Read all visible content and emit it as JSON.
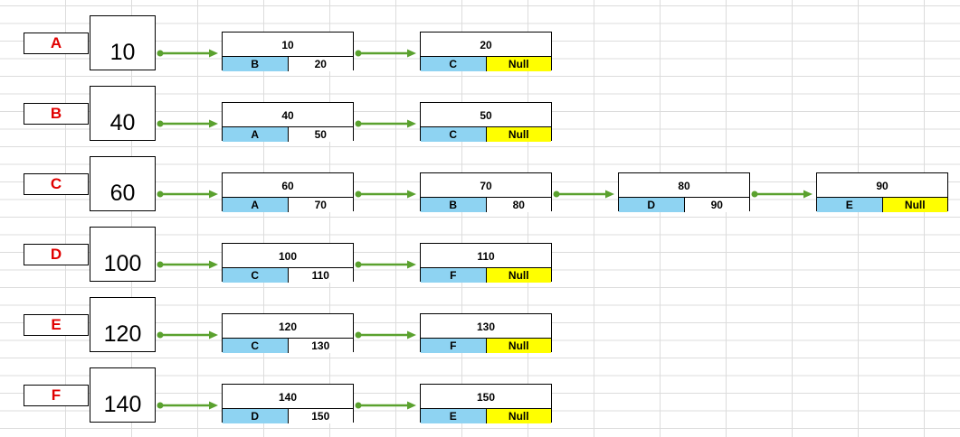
{
  "colors": {
    "label_text": "#e00000",
    "ref_cell": "#8ed3f2",
    "null_cell": "#ffff00",
    "arrow": "#5aa12e"
  },
  "rows": [
    {
      "label": "A",
      "head": "10",
      "nodes": [
        {
          "value": "10",
          "ref": "B",
          "next": "20"
        },
        {
          "value": "20",
          "ref": "C",
          "next": "Null"
        }
      ]
    },
    {
      "label": "B",
      "head": "40",
      "nodes": [
        {
          "value": "40",
          "ref": "A",
          "next": "50"
        },
        {
          "value": "50",
          "ref": "C",
          "next": "Null"
        }
      ]
    },
    {
      "label": "C",
      "head": "60",
      "nodes": [
        {
          "value": "60",
          "ref": "A",
          "next": "70"
        },
        {
          "value": "70",
          "ref": "B",
          "next": "80"
        },
        {
          "value": "80",
          "ref": "D",
          "next": "90"
        },
        {
          "value": "90",
          "ref": "E",
          "next": "Null"
        }
      ]
    },
    {
      "label": "D",
      "head": "100",
      "nodes": [
        {
          "value": "100",
          "ref": "C",
          "next": "110"
        },
        {
          "value": "110",
          "ref": "F",
          "next": "Null"
        }
      ]
    },
    {
      "label": "E",
      "head": "120",
      "nodes": [
        {
          "value": "120",
          "ref": "C",
          "next": "130"
        },
        {
          "value": "130",
          "ref": "F",
          "next": "Null"
        }
      ]
    },
    {
      "label": "F",
      "head": "140",
      "nodes": [
        {
          "value": "140",
          "ref": "D",
          "next": "150"
        },
        {
          "value": "150",
          "ref": "E",
          "next": "Null"
        }
      ]
    }
  ]
}
